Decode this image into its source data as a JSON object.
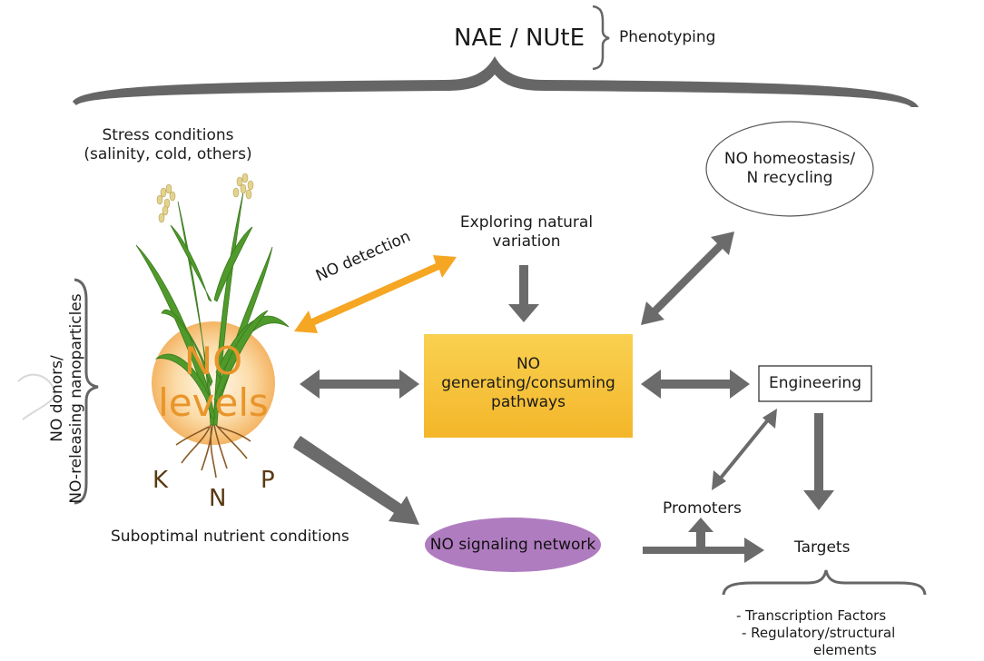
{
  "colors": {
    "arrow_gray": "#6b6b6b",
    "detection_orange": "#f5a623",
    "pathway_box": "#f7c43a",
    "signaling_ellipse": "#b07cc0",
    "no_levels_circle": "#f9c77d",
    "no_levels_text": "#e8952a",
    "nutrient_text": "#5a3a12",
    "leaf_green": "#4f9a2b"
  },
  "header": {
    "metric_label": "NAE / NUtE",
    "phenotyping_label": "Phenotyping"
  },
  "plant": {
    "stress_line1": "Stress conditions",
    "stress_line2": "(salinity, cold, others)",
    "no_levels_line1": "NO",
    "no_levels_line2": "levels",
    "nutrient_k": "K",
    "nutrient_n": "N",
    "nutrient_p": "P",
    "suboptimal_label": "Suboptimal nutrient conditions"
  },
  "side": {
    "donors_line1": "NO donors/",
    "donors_line2": "NO-releasing nanoparticles"
  },
  "detection": {
    "label": "NO detection"
  },
  "natural_variation": {
    "line1": "Exploring natural",
    "line2": "variation"
  },
  "homeostasis": {
    "line1": "NO homeostasis/",
    "line2": "N recycling"
  },
  "pathways": {
    "line1": "NO",
    "line2": "generating/consuming",
    "line3": "pathways"
  },
  "engineering": {
    "label": "Engineering"
  },
  "signaling": {
    "label": "NO signaling network"
  },
  "promoters": {
    "label": "Promoters"
  },
  "targets": {
    "label": "Targets",
    "item1": "- Transcription Factors",
    "item2": "- Regulatory/structural",
    "item3": "elements"
  }
}
